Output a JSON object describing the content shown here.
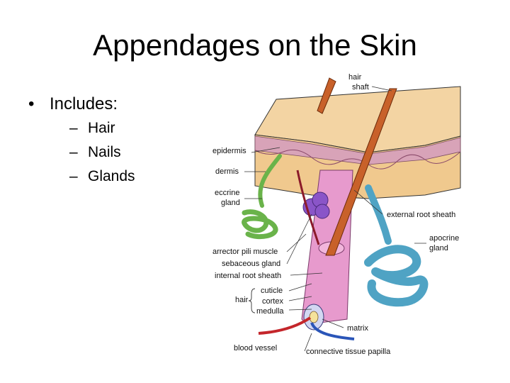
{
  "slide": {
    "title": "Appendages on the Skin",
    "bullet": "Includes:",
    "bullet_marker": "•",
    "dash": "–",
    "sub_items": [
      "Hair",
      "Nails",
      "Glands"
    ]
  },
  "diagram_labels": {
    "hair_shaft_1": "hair",
    "hair_shaft_2": "shaft",
    "epidermis": "epidermis",
    "dermis": "dermis",
    "eccrine_1": "eccrine",
    "eccrine_2": "gland",
    "external_root_sheath": "external root sheath",
    "apocrine_1": "apocrine",
    "apocrine_2": "gland",
    "arrector": "arrector pili muscle",
    "sebaceous": "sebaceous gland",
    "internal_root_sheath": "internal root sheath",
    "hair": "hair",
    "cuticle": "cuticle",
    "cortex": "cortex",
    "medulla": "medulla",
    "matrix": "matrix",
    "blood_vessel": "blood vessel",
    "papilla": "connective tissue papilla"
  },
  "colors": {
    "tissue": "#f0c98e",
    "epidermis": "#d8a3b8",
    "follicle": "#e79acd",
    "hair": "#c8612a",
    "eccrine": "#6ab34a",
    "apocrine": "#4fa3c4",
    "sebaceous": "#8a55c8",
    "vessel_red": "#c4262b",
    "vessel_blue": "#2a55b8"
  }
}
